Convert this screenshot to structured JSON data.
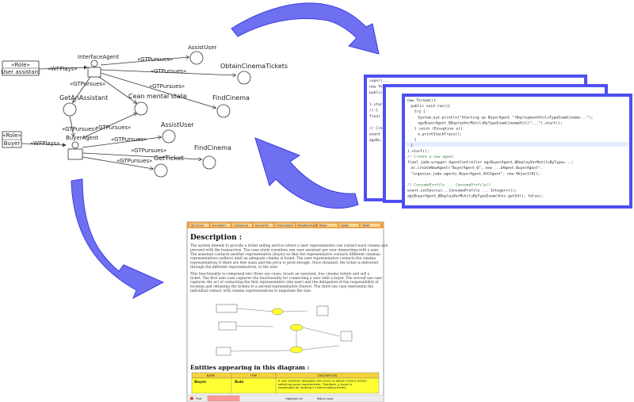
{
  "uml": {
    "role_assistant": {
      "stereo": "«Role»",
      "name": "User assistant"
    },
    "role_buyer": {
      "stereo": "«Role»",
      "name": "Buyer"
    },
    "wfplays": "«WFPlays»",
    "interface_agent": "InterfaceAgent",
    "buyer_agent": "BuyerAgent",
    "gtpursues": "«GTPursues»",
    "goals": {
      "assist_user_1": "AssistUser",
      "obtain_tickets": "ObtainCinemaTickets",
      "get_assistant": "GetAnAssistant",
      "clean_mental_state": "Cean mental state",
      "find_cinema_1": "FindCinema",
      "assist_user_2": "AssistUser",
      "find_cinema_2": "FindCinema",
      "get_ticket": "GetTicket"
    }
  },
  "code": {
    "lines": [
      "new Thread(){",
      "  public void run(){",
      "    try {",
      "      System.out.println(\"Starting up BuyerAgent \"+DeploymentUtilsTypeExamCinema...\");",
      "      agcBuyerAgent_0DeployVerMutilsByTypeExamCinemaUtil(\"...\").start();",
      "    } catch (Exception e){",
      "      e.printStackTrace();",
      "    }",
      "  }",
      "}.start();",
      "// Create a new agent",
      "final jade.wrapper.AgentController agcBuyerAgent_0DeployVerMutilsByType=...;",
      "  ac.createNewAgent(\"BuyerAgent_0\", new ...UAgent.BuyerAgent\",",
      "  \"ingenias.jade.agents.BuyerAgent.AGCAgent\", new Object[0]);",
      "",
      "// ConsumeProfile ... ConsumeProfile()",
      "event.setSource(...ConsumeProfile ... Integer>());",
      "agcBuyerAgent_0DeployVerMutilsByTypeExam(this.getId(), false);"
    ],
    "back_lines": [
      "super(...",
      "new Thread(){",
      "  public",
      "",
      "}.start()",
      "// C",
      "final",
      "",
      "// Crea",
      "event",
      "agcBu"
    ]
  },
  "doc": {
    "toolbar": [
      "Structure",
      "Evolution",
      "CSSVisual",
      "Elements",
      "Interactions",
      "Relationships",
      "Roles",
      "Goals",
      "Tasks"
    ],
    "description_title": "Description :",
    "paragraph_1": "The system intends to provide a ticket selling service where a user representative can contact each cinema and proceed with the transaction. The case study considers one user assistant per user interacting with a user. The assistant contacts another representative (buyer) so that the representative contacts different cinemas representatives (sellers) until an adequate cinema is found. The user representative contacts the cinema representatives if there are free seats and the price is good enough. Once obtained, the ticket is delivered through the different representatives, to the user.",
    "paragraph_2": "This functionality is comprised into three use cases: locate an assistant, buy cinema tickets and sell a ticket. The first user case captures the functionality for connecting a user with a buyer. The second use case captures the act of contacting the first representative (the user) and the delegation of the responsibility of locating and obtaining the tickets to a second representative (buyer). The third use case represents the individual contact with cinema representatives to negotiate the sale.",
    "entities_title": "Entities appearing in this diagram :",
    "table_headers": [
      "NAME",
      "TYPE",
      "DESCRIPTION"
    ],
    "table_row": [
      "Buyer",
      "Role",
      "A user assistant delegates into buyer to obtain cinema tickets satisfying some requirements. Therefore, a buyer is responsible for locating a cinema selling tickets"
    ],
    "status": [
      "Find",
      "Highlight all",
      "Match case"
    ]
  },
  "colors": {
    "arrow": "#5656f0",
    "code_border": "#4f4ff2",
    "doc_header": "#f3a23f",
    "doc_table_header": "#f5d13c",
    "doc_table_row": "#ffff33"
  }
}
